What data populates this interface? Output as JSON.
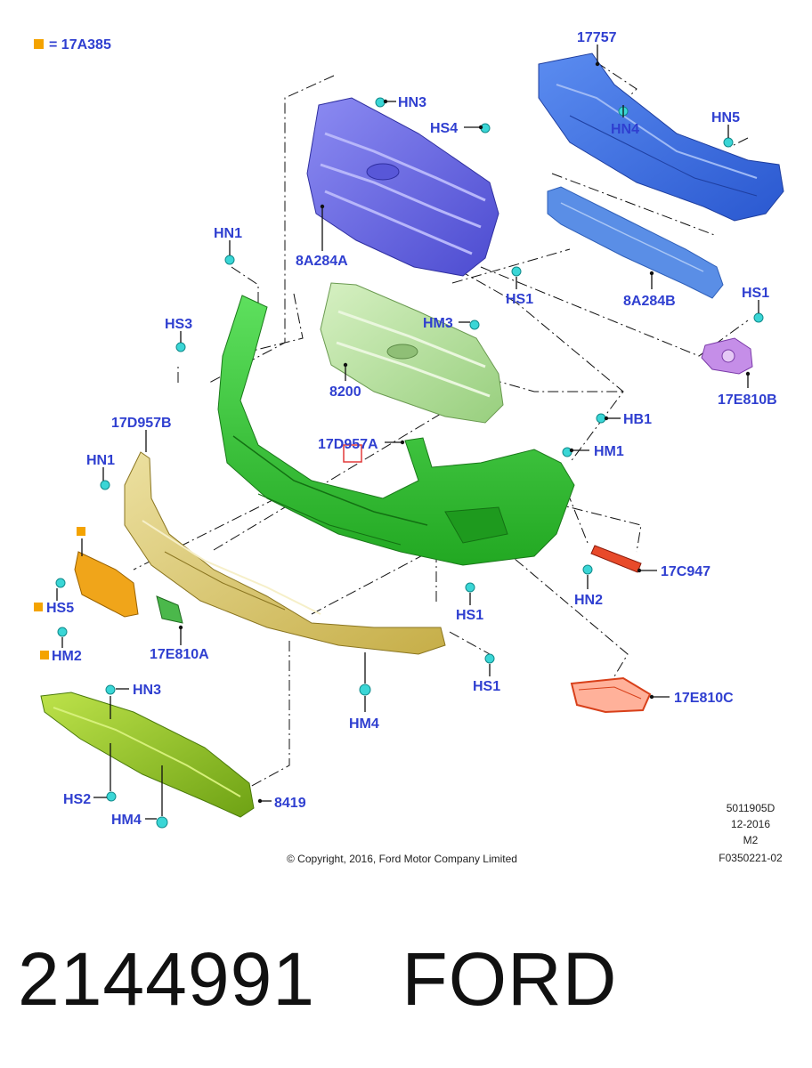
{
  "legend": {
    "symbol_color": "#f4a300",
    "text": "= 17A385"
  },
  "labels": {
    "p17757": "17757",
    "hn3_top": "HN3",
    "hs4": "HS4",
    "hn4": "HN4",
    "hn5": "HN5",
    "hn1_top": "HN1",
    "p8a284a": "8A284A",
    "hs1_a": "HS1",
    "p8a284b": "8A284B",
    "hs1_b": "HS1",
    "hs3": "HS3",
    "hm3": "HM3",
    "p8200": "8200",
    "p17e810b": "17E810B",
    "p17d957b": "17D957B",
    "p17d957a": "17D957A",
    "hb1": "HB1",
    "hm1": "HM1",
    "hn1_left": "HN1",
    "hs5": "HS5",
    "hm2": "HM2",
    "p17e810a": "17E810A",
    "p17c947": "17C947",
    "hn2": "HN2",
    "hs1_c": "HS1",
    "hs1_d": "HS1",
    "p17e810c": "17E810C",
    "hm4_mid": "HM4",
    "hn3_low": "HN3",
    "hs2": "HS2",
    "hm4_low": "HM4",
    "p8419": "8419"
  },
  "colors": {
    "label_blue": "#2f3fd0",
    "grille_upper": "#6f6ee8",
    "reinforcement": "#3f6fe0",
    "absorber": "#5a8ee6",
    "bumper_cover": "#3cc93c",
    "grille_lower": "#b9e3a0",
    "lower_spoiler": "#d8c56a",
    "skid_plate": "#9ac92a",
    "fog_bezel_right": "#c58ee8",
    "fog_bezel_left": "#ff8a6a",
    "bracket_red": "#e84a2a",
    "license_bracket": "#f0a51a",
    "fastener": "#3ad6d6"
  },
  "footer": {
    "doc_number": "5011905D",
    "date": "12-2016",
    "revision": "M2",
    "figure_id": "F0350221-02",
    "copyright": "© Copyright, 2016, Ford Motor Company Limited"
  },
  "title": {
    "part_number": "2144991",
    "brand": "FORD"
  }
}
